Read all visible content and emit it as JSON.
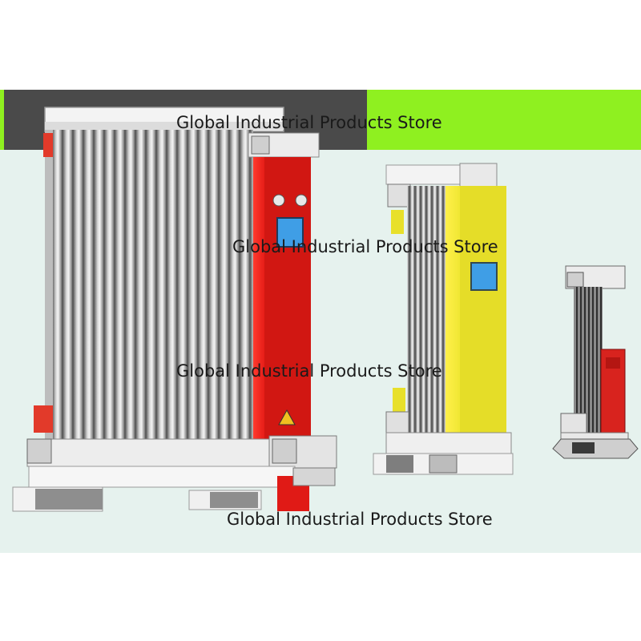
{
  "watermarks": [
    "Global Industrial Products Store",
    "Global Industrial Products Store",
    "Global Industrial Products Store",
    "Global Industrial Products Store"
  ],
  "colors": {
    "band_dark": "#4a4a4a",
    "band_green": "#8ff020",
    "backdrop": "#e6f2ee",
    "red_panel": "#e01a16",
    "yellow_panel": "#e9e22c",
    "screen_blue": "#3f9ee6",
    "column_gray": "#9a9a9a",
    "frame_light": "#f2f2f2"
  }
}
